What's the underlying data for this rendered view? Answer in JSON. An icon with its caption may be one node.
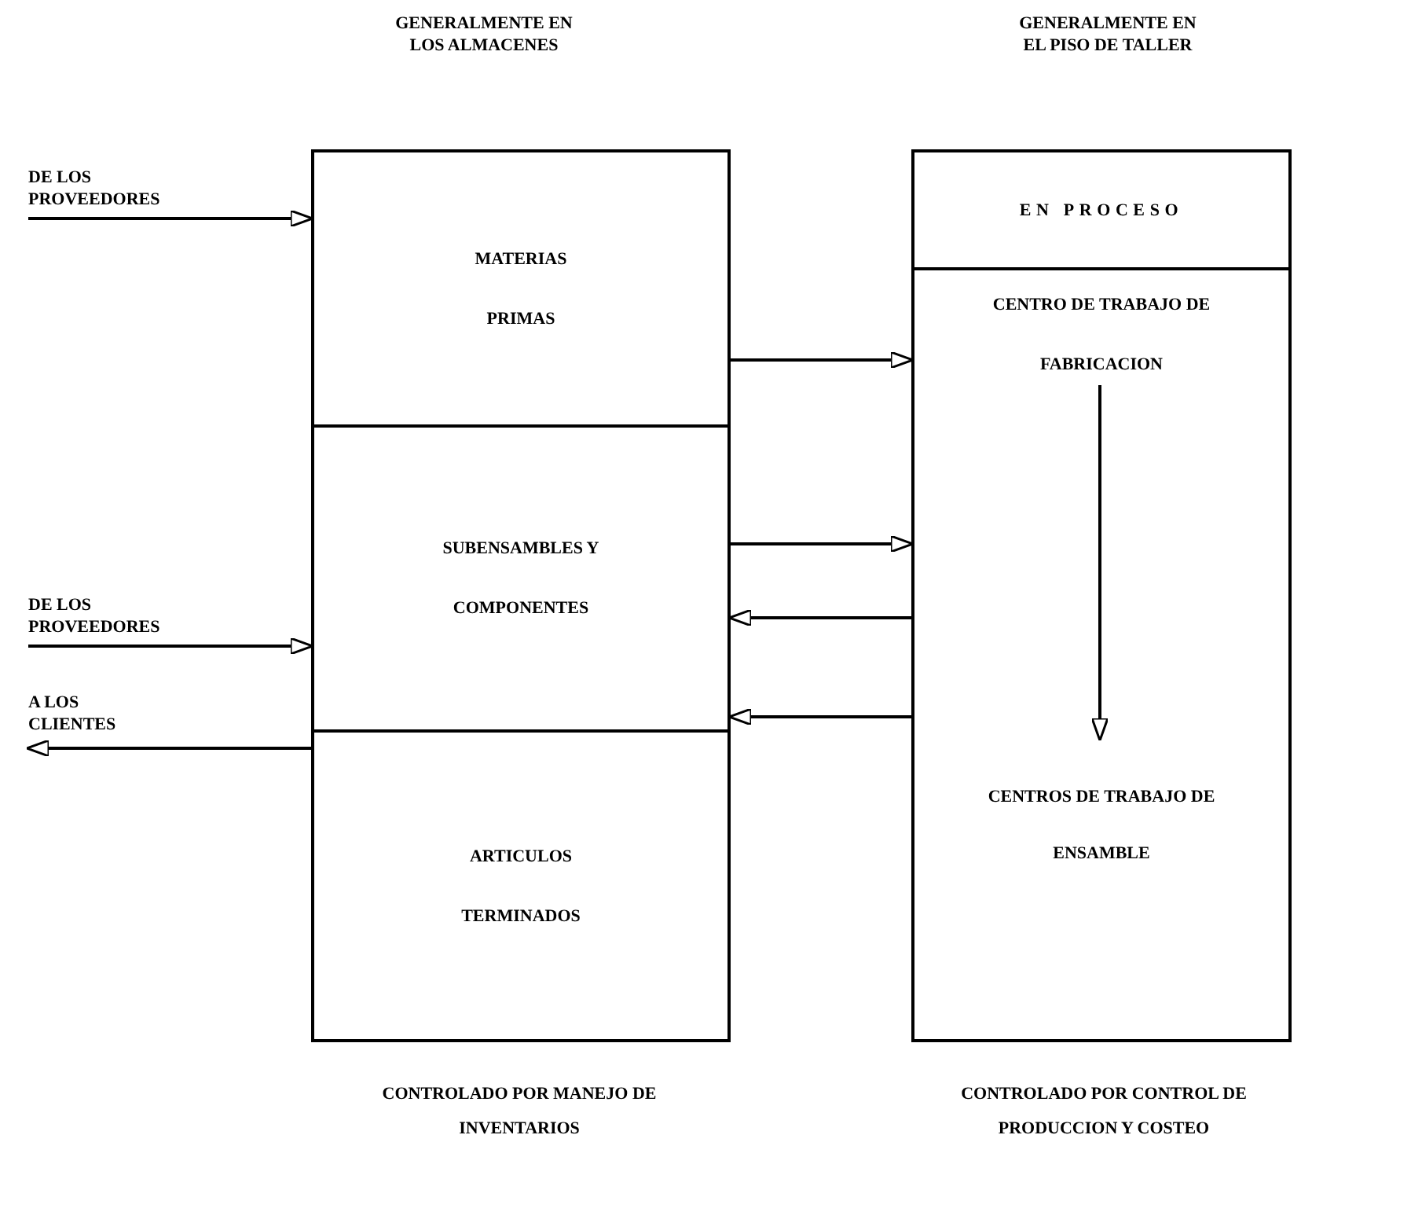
{
  "diagram": {
    "nodes": [
      {
        "text": [],
        "shape": "box",
        "beside": [
          "CONTROLADO POR MANEJO DE INVENTARIOS"
        ]
      },
      {
        "text": [
          "MATERIAS PRIMAS"
        ],
        "in": 0
      },
      {
        "text": [
          "SUBENSAMBLES Y COMPONENTES"
        ],
        "in": 0
      },
      {
        "text": [
          "ARTICULOS TERMINADOS"
        ],
        "in": 0
      },
      {
        "text": [],
        "shape": "box",
        "beside": [
          "CONTROLADO POR CONTROL DE PRODUCCION Y COSTEO"
        ]
      },
      {
        "text": [
          "EN PROCESO"
        ],
        "in": 4
      },
      {
        "text": [
          "CENTRO DE TRABAJO DE FABRICACION"
        ],
        "in": 4
      },
      {
        "text": [
          "CENTROS DE TRABAJO DE ENSAMBLE"
        ],
        "in": 4
      },
      {
        "text": [
          "DE LOS PROVEEDORES"
        ]
      },
      {
        "text": [
          "DE LOS PROVEEDORES"
        ]
      },
      {
        "text": [
          "A LOS CLIENTES"
        ]
      }
    ],
    "edges": [
      {
        "from": 8,
        "to": 1,
        "arrow": "to"
      },
      {
        "from": 9,
        "to": 2,
        "arrow": "to"
      },
      {
        "from": 3,
        "to": 10,
        "arrow": "to"
      },
      {
        "from": 1,
        "to": 4,
        "arrow": "to"
      },
      {
        "from": 2,
        "to": 4,
        "arrow": "to"
      },
      {
        "from": 4,
        "to": 2,
        "arrow": "to"
      },
      {
        "from": 4,
        "to": 3,
        "arrow": "to"
      },
      {
        "from": 6,
        "to": 7,
        "arrow": "to"
      }
    ],
    "labels": [
      "GENERALMENTE EN LOS ALMACENES",
      "GENERALMENTE EN EL PISO DE TALLER"
    ]
  }
}
